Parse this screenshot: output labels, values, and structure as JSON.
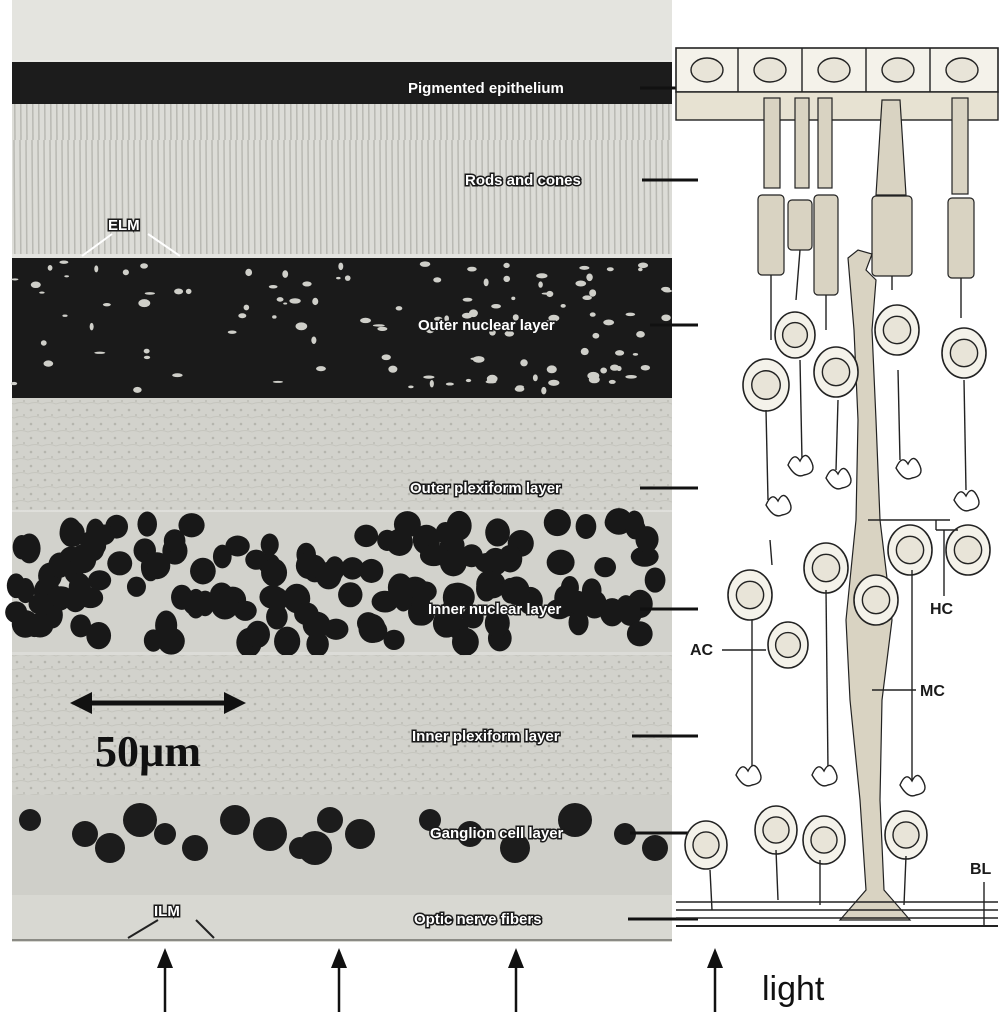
{
  "layers": {
    "pigmented_epithelium": "Pigmented epithelium",
    "rods_and_cones": "Rods and cones",
    "outer_nuclear": "Outer nuclear layer",
    "outer_plexiform": "Outer plexiform layer",
    "inner_nuclear": "Inner nuclear layer",
    "inner_plexiform": "Inner plexiform layer",
    "ganglion": "Ganglion cell layer",
    "optic_nerve": "Optic nerve fibers"
  },
  "membranes": {
    "elm": "ELM",
    "ilm": "ILM"
  },
  "cell_labels": {
    "hc": "HC",
    "ac": "AC",
    "mc": "MC",
    "bl": "BL"
  },
  "scale_bar": {
    "label": "50µm"
  },
  "light_label": "light",
  "colors": {
    "tissue_light": "#d8d8d2",
    "nuclei": "#141414",
    "drawing_bg": "#ffffff",
    "label_text": "#ffffff"
  }
}
